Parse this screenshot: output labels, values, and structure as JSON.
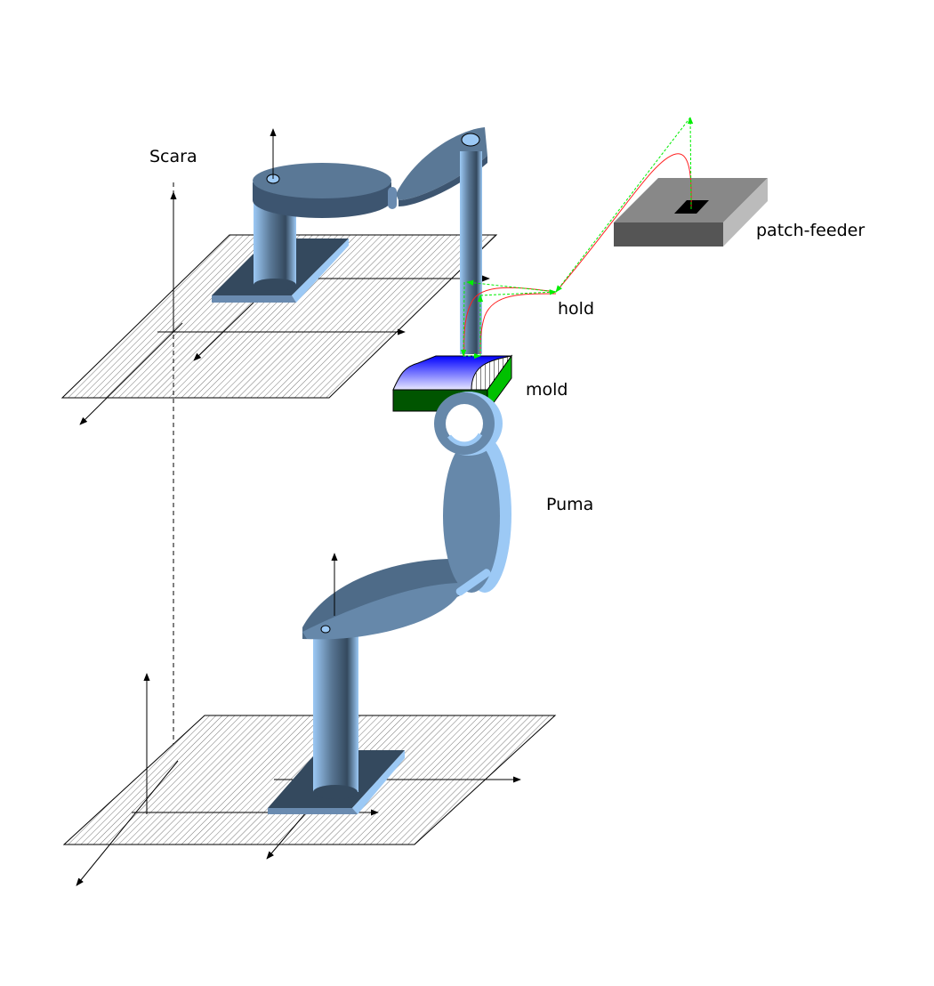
{
  "labels": {
    "scara": "Scara",
    "patch_feeder": "patch-feeder",
    "hold": "hold",
    "mold": "mold",
    "puma": "Puma"
  },
  "colors": {
    "robot": "#5a7896",
    "robot_dark": "#34495e",
    "robot_light": "#9cc9f5",
    "mold_top": "#1010ff",
    "mold_front": "#005500",
    "mold_side": "#00c000",
    "feeder_top": "#888888",
    "feeder_front": "#555555",
    "feeder_side": "#bbbbbb",
    "trajectory_planned": "#ff2020",
    "trajectory_via": "#00ee00"
  }
}
